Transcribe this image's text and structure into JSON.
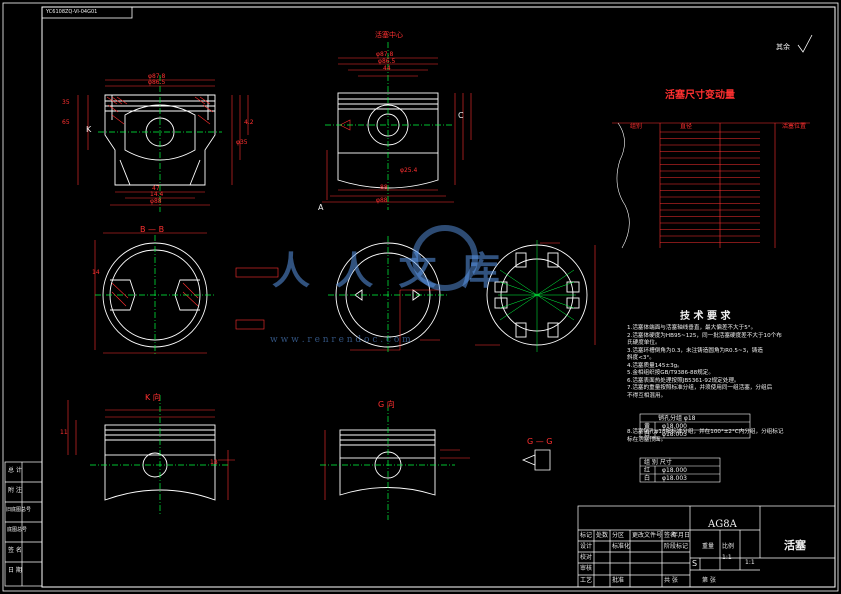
{
  "drawing": {
    "drawing_number_box": "YC6108ZQ-VI-04G01",
    "part_code": "AG8A",
    "part_name": "活塞",
    "colors": {
      "background": "#000000",
      "frame": "#ffffff",
      "outline": "#ffffff",
      "dimension": "#ff3030",
      "centerline": "#00ff40",
      "watermark": "#5a96e6"
    }
  },
  "roughness_note": "其余",
  "section_titles": {
    "top_view_label": "活塞中心",
    "bb_section": "B — B",
    "k_view": "K 向",
    "g_view": "G 向",
    "gg_section": "G — G",
    "a_marker": "A",
    "c_marker": "C",
    "k_marker": "K"
  },
  "sizing_table": {
    "title": "活塞尺寸变动量",
    "col_headers": [
      "组别",
      "直径",
      "活塞位置"
    ]
  },
  "tech_requirements": {
    "heading": "技 术 要 求",
    "items": [
      "1.活塞体端面与活塞轴线垂直，最大偏差不大于5°。",
      "2.活塞体硬度为HB95~125，同一批活塞硬度差不大于10个布",
      "  氏硬度单位。",
      "3.活塞环槽倒角为0.3，未注铸造圆角为R0.5~3，铸造",
      "  斜度<3°。",
      "4.活塞质量145±3g。",
      "5.金相组织按GB/T9386-88规定。",
      "6.活塞表面热处理按照JB5361-92规定处理。",
      "7.活塞的重量按照标准分组，并须使用同一组活塞，分组后",
      "  不得互相混用。",
      "8.活塞销孔φ18按标准分组，并在100°±2°C内分组，分组标记",
      "  标在活塞顶面。"
    ],
    "group_table_1": {
      "header": "销孔分组 φ18",
      "rows": [
        [
          "黄",
          "φ18.000"
        ],
        [
          "白",
          "φ18.003"
        ]
      ]
    },
    "group_table_2": {
      "header": "组 别   尺寸",
      "rows": [
        [
          "红",
          "φ18.000"
        ],
        [
          "白",
          "φ18.003"
        ]
      ]
    }
  },
  "left_strip": {
    "labels": [
      "总 计",
      "附 注",
      "旧底图总号",
      "底图总号",
      "签 名",
      "日 期"
    ]
  },
  "title_block": {
    "code": "AG8A",
    "name": "活塞",
    "rows": [
      [
        "标记",
        "处数",
        "分区",
        "更改文件号",
        "签名",
        "年月日"
      ],
      [
        "设计",
        "",
        "标准化",
        "",
        "阶段标记",
        "重量",
        "比例"
      ],
      [
        "校对",
        "",
        "",
        "",
        "",
        "",
        "1:1"
      ],
      [
        "审核",
        "",
        "",
        "",
        "",
        "",
        ""
      ],
      [
        "工艺",
        "",
        "批准",
        "",
        "共 张",
        "第 张"
      ]
    ],
    "scale": "1:1",
    "stage": "S"
  },
  "watermark": {
    "chinese": "人 人 文 库",
    "url": "w w w . r e n r e n d o c . c o m"
  },
  "dimensions": {
    "top_left": [
      "φ87.8",
      "φ86.5",
      "47",
      "14.4",
      "φ88",
      "φ35",
      "4.2"
    ],
    "top_right": [
      "φ87.8",
      "φ86.5",
      "φ88",
      "44",
      "88",
      "φ25.4"
    ],
    "left_side": [
      "65",
      "35",
      "14",
      "11",
      "18"
    ]
  }
}
